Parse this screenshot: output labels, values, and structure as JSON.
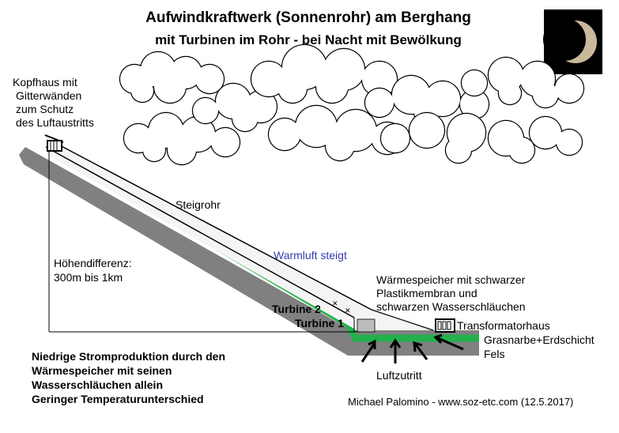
{
  "title": {
    "line1": "Aufwindkraftwerk (Sonnenrohr) am Berghang",
    "line2": "mit Turbinen im Rohr - bei Nacht mit Bewölkung"
  },
  "labels": {
    "kopfhaus": [
      "Kopfhaus mit",
      "Gitterwänden",
      "zum Schutz",
      "des Luftaustritts"
    ],
    "steigrohr": "Steigrohr",
    "warmluft": "Warmluft steigt",
    "hoehen": [
      "Höhendifferenz:",
      "300m bis 1km"
    ],
    "waermespeicher": [
      "Wärmespeicher mit schwarzer",
      "Plastikmembran und",
      "schwarzen Wasserschläuchen"
    ],
    "turbine2": "Turbine 2",
    "turbine1": "Turbine 1",
    "transformator": "Transformatorhaus",
    "grasnarbe": "Grasnarbe+Erdschicht",
    "fels": "Fels",
    "luftzutritt": "Luftzutritt",
    "notes": [
      "Niedrige Stromproduktion durch den",
      "Wärmespeicher mit seinen",
      "Wasserschläuchen allein",
      "Geringer Temperaturunterschied"
    ],
    "credit": "Michael Palomino - www.soz-etc.com (12.5.2017)"
  },
  "colors": {
    "green": "#22b14c",
    "rock": "#808080",
    "warm": "#3a3ab0"
  }
}
